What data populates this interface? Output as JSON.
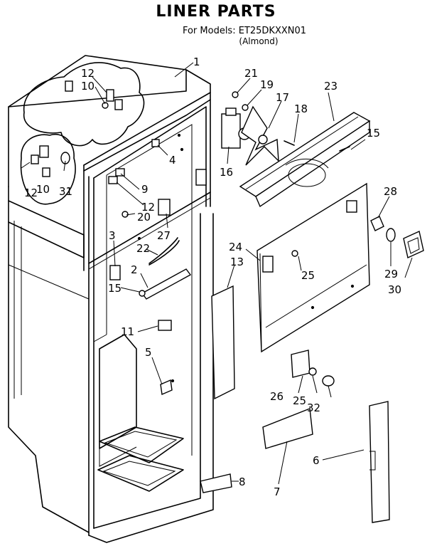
{
  "header": {
    "title": "LINER PARTS",
    "models": "For Models: ET25DKXXN01",
    "variant": "(Almond)"
  },
  "callouts": [
    {
      "id": "c1",
      "label": "1"
    },
    {
      "id": "c2",
      "label": "2"
    },
    {
      "id": "c3",
      "label": "3"
    },
    {
      "id": "c4",
      "label": "4"
    },
    {
      "id": "c5",
      "label": "5"
    },
    {
      "id": "c6",
      "label": "6"
    },
    {
      "id": "c7",
      "label": "7"
    },
    {
      "id": "c8",
      "label": "8"
    },
    {
      "id": "c9",
      "label": "9"
    },
    {
      "id": "c10a",
      "label": "10"
    },
    {
      "id": "c10b",
      "label": "10"
    },
    {
      "id": "c11",
      "label": "11"
    },
    {
      "id": "c12a",
      "label": "12"
    },
    {
      "id": "c12b",
      "label": "12"
    },
    {
      "id": "c12c",
      "label": "12"
    },
    {
      "id": "c13",
      "label": "13"
    },
    {
      "id": "c15a",
      "label": "15"
    },
    {
      "id": "c15b",
      "label": "15"
    },
    {
      "id": "c16",
      "label": "16"
    },
    {
      "id": "c17",
      "label": "17"
    },
    {
      "id": "c18",
      "label": "18"
    },
    {
      "id": "c19",
      "label": "19"
    },
    {
      "id": "c20",
      "label": "20"
    },
    {
      "id": "c21",
      "label": "21"
    },
    {
      "id": "c22",
      "label": "22"
    },
    {
      "id": "c23",
      "label": "23"
    },
    {
      "id": "c24",
      "label": "24"
    },
    {
      "id": "c25a",
      "label": "25"
    },
    {
      "id": "c25b",
      "label": "25"
    },
    {
      "id": "c26",
      "label": "26"
    },
    {
      "id": "c27",
      "label": "27"
    },
    {
      "id": "c28",
      "label": "28"
    },
    {
      "id": "c29",
      "label": "29"
    },
    {
      "id": "c30",
      "label": "30"
    },
    {
      "id": "c31",
      "label": "31"
    },
    {
      "id": "c32",
      "label": "32"
    }
  ]
}
